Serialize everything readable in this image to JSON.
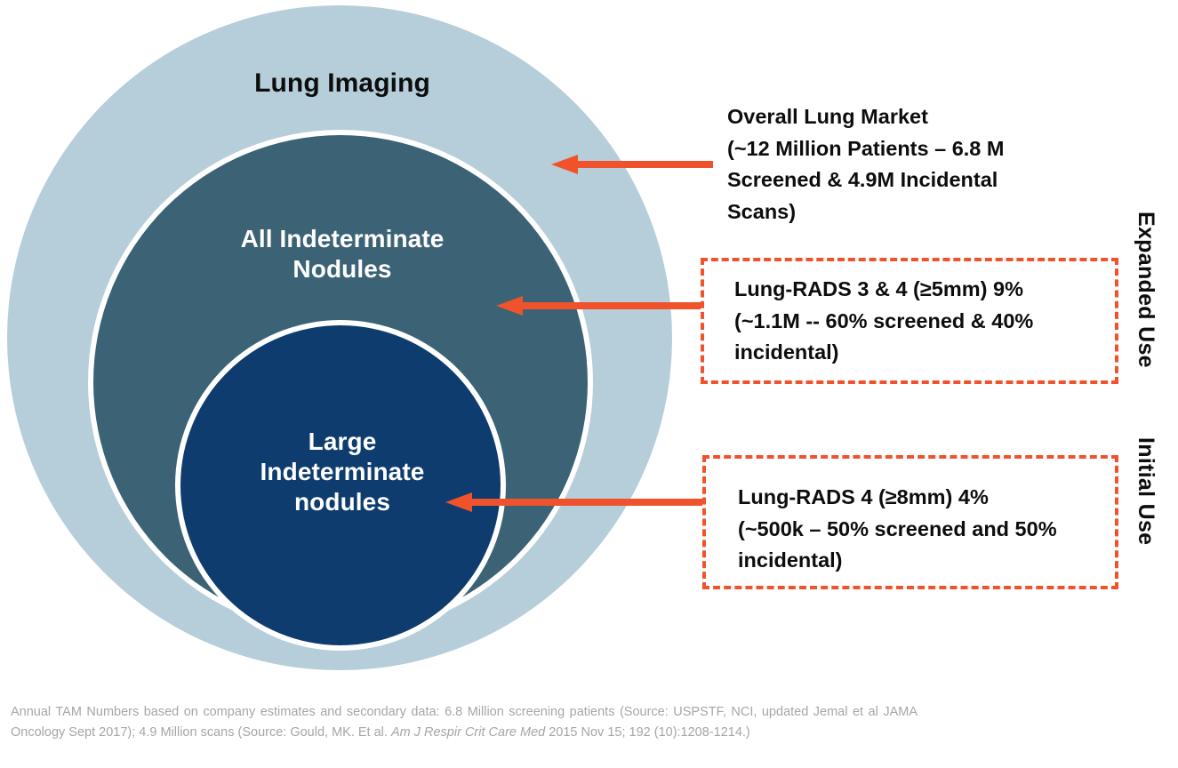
{
  "diagram": {
    "circles": [
      {
        "id": "outer",
        "label": "Lung Imaging",
        "color": "#b6cdda",
        "text_color": "#0d0d0d"
      },
      {
        "id": "middle",
        "label": "All Indeterminate\nNodules",
        "color": "#3c6375",
        "text_color": "#ffffff"
      },
      {
        "id": "inner",
        "label": "Large\nIndeterminate\nnodules",
        "color": "#0e3c6e",
        "text_color": "#ffffff"
      }
    ],
    "labels": {
      "outer": "Lung Imaging",
      "middle_line1": "All Indeterminate",
      "middle_line2": "Nodules",
      "inner_line1": "Large",
      "inner_line2": "Indeterminate",
      "inner_line3": "nodules"
    }
  },
  "callouts": [
    {
      "id": "overall-lung-market",
      "boxed": false,
      "lines": [
        "Overall Lung Market",
        "(~12 Million Patients – 6.8 M",
        "Screened & 4.9M Incidental",
        "Scans)"
      ]
    },
    {
      "id": "expanded-use",
      "boxed": true,
      "lines": [
        "Lung-RADS 3 & 4 (≥5mm) 9%",
        "(~1.1M --  60% screened & 40%",
        "incidental)"
      ]
    },
    {
      "id": "initial-use",
      "boxed": true,
      "lines": [
        "Lung-RADS 4 (≥8mm) 4%",
        "(~500k – 50% screened and 50%",
        "incidental)"
      ]
    }
  ],
  "side_labels": {
    "expanded": "Expanded Use",
    "initial": "Initial Use"
  },
  "arrows": [
    {
      "id": "arrow-overall",
      "direction": "left",
      "target": "outer-circle"
    },
    {
      "id": "arrow-expanded",
      "direction": "left",
      "target": "middle-circle"
    },
    {
      "id": "arrow-initial",
      "direction": "left",
      "target": "inner-circle"
    }
  ],
  "footnote": {
    "part1": "Annual TAM Numbers based on company estimates and secondary data: 6.8 Million screening patients (Source: USPSTF, NCI, updated Jemal et al JAMA Oncology Sept 2017); 4.9 Million scans (Source: Gould, MK. Et al. ",
    "italic": "Am J Respir Crit Care Med",
    "part2": " 2015 Nov 15; 192 (10):1208-1214.)"
  },
  "colors": {
    "outer_circle": "#b6cdda",
    "middle_circle": "#3c6375",
    "inner_circle": "#0e3c6e",
    "accent_orange": "#f0532b",
    "footnote_gray": "#a6a6a6"
  }
}
